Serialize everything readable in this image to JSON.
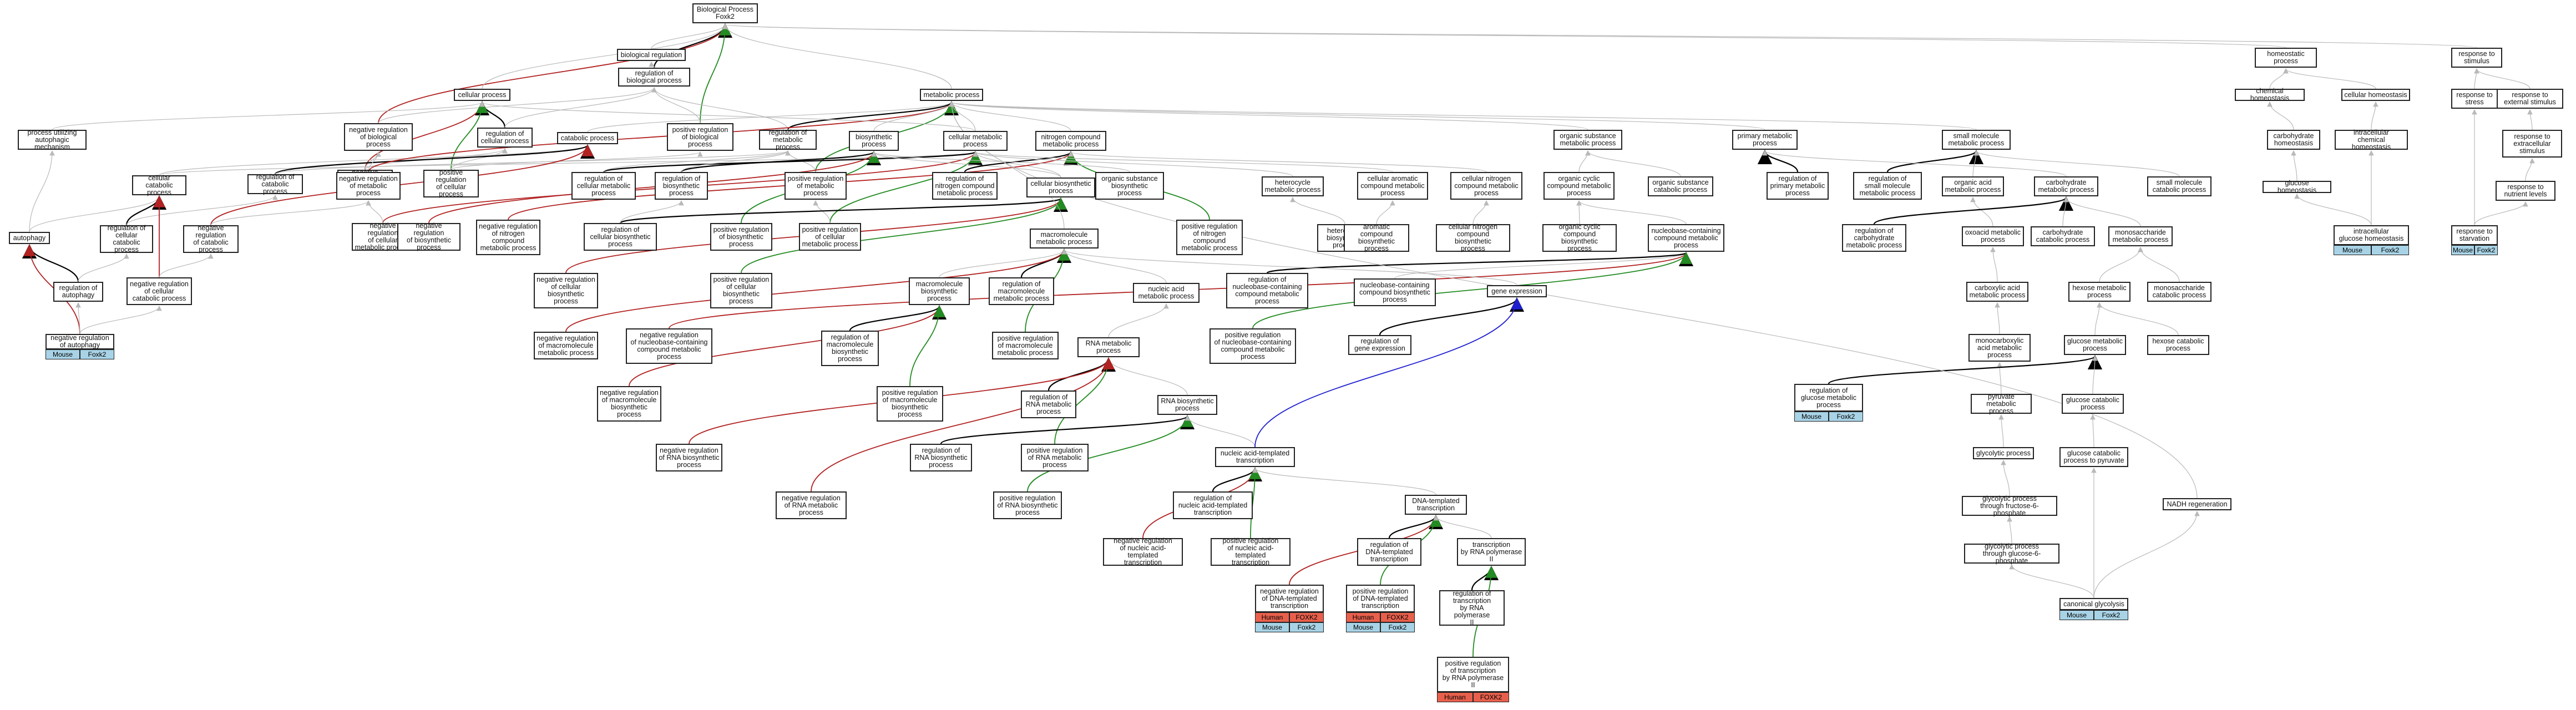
{
  "colors": {
    "gray": "#b9b9b9",
    "black": "#000000",
    "red": "#b22222",
    "green": "#228b22",
    "blue": "#1f1fd0",
    "mouse": "#a8d3e6",
    "human": "#e8604c"
  },
  "nodes": {
    "bp": "Biological Process\nFoxk2",
    "biological_regulation": "biological regulation",
    "reg_biological_process": "regulation of\nbiological process",
    "neg_reg_biological_process": "negative regulation\nof biological\nprocess",
    "pos_reg_biological_process": "positive regulation\nof biological\nprocess",
    "cellular_process": "cellular process",
    "reg_cellular_process": "regulation of\ncellular process",
    "neg_reg_cellular_process": "negative regulation\nof cellular\nprocess",
    "pos_reg_cellular_process": "positive regulation\nof cellular\nprocess",
    "process_utilizing_autophagic": "process utilizing\nautophagic mechanism",
    "autophagy": "autophagy",
    "reg_autophagy": "regulation of\nautophagy",
    "neg_reg_autophagy": "negative regulation\nof autophagy",
    "cellular_catabolic_process": "cellular catabolic\nprocess",
    "reg_cellular_catabolic": "regulation of\ncellular catabolic\nprocess",
    "neg_reg_cellular_catabolic": "negative regulation\nof cellular\ncatabolic process",
    "catabolic_process": "catabolic process",
    "reg_catabolic_process": "regulation of\ncatabolic process",
    "neg_reg_catabolic_process": "negative regulation\nof catabolic\nprocess",
    "metabolic_process": "metabolic process",
    "reg_metabolic_process": "regulation of\nmetabolic process",
    "neg_reg_metabolic_process": "negative regulation\nof metabolic\nprocess",
    "pos_reg_metabolic_process": "positive regulation\nof metabolic\nprocess",
    "cellular_metabolic_process": "cellular metabolic\nprocess",
    "reg_cellular_metabolic": "regulation of\ncellular metabolic\nprocess",
    "neg_reg_cellular_metabolic": "negative regulation\nof cellular\nmetabolic process",
    "pos_reg_cellular_metabolic": "positive regulation\nof cellular\nmetabolic process",
    "biosynthetic_process": "biosynthetic\nprocess",
    "reg_biosynthetic": "regulation of\nbiosynthetic\nprocess",
    "neg_reg_biosynthetic": "negative regulation\nof biosynthetic\nprocess",
    "pos_reg_biosynthetic": "positive regulation\nof biosynthetic\nprocess",
    "cellular_biosynthetic": "cellular biosynthetic\nprocess",
    "reg_cellular_biosynthetic": "regulation of\ncellular biosynthetic\nprocess",
    "neg_reg_cellular_biosynthetic": "negative regulation\nof cellular\nbiosynthetic\nprocess",
    "pos_reg_cellular_biosynthetic": "positive regulation\nof cellular\nbiosynthetic\nprocess",
    "nitrogen_compound_metabolic": "nitrogen compound\nmetabolic process",
    "reg_nitrogen_compound": "regulation of\nnitrogen compound\nmetabolic process",
    "neg_reg_nitrogen_compound": "negative regulation\nof nitrogen\ncompound\nmetabolic process",
    "pos_reg_nitrogen_compound": "positive regulation\nof nitrogen\ncompound\nmetabolic process",
    "macromolecule_metabolic": "macromolecule\nmetabolic process",
    "macromolecule_biosynthetic": "macromolecule\nbiosynthetic\nprocess",
    "reg_macromolecule_metabolic": "regulation of\nmacromolecule\nmetabolic process",
    "neg_reg_macromolecule_metabolic": "negative regulation\nof macromolecule\nmetabolic process",
    "pos_reg_macromolecule_metabolic": "positive regulation\nof macromolecule\nmetabolic process",
    "reg_macromolecule_biosynthetic": "regulation of\nmacromolecule\nbiosynthetic\nprocess",
    "neg_reg_macromolecule_biosynthetic": "negative regulation\nof macromolecule\nbiosynthetic\nprocess",
    "pos_reg_macromolecule_biosynthetic": "positive regulation\nof macromolecule\nbiosynthetic\nprocess",
    "organic_substance_biosynthetic": "organic substance\nbiosynthetic\nprocess",
    "organic_substance_metabolic": "organic substance\nmetabolic process",
    "organic_substance_catabolic": "organic substance\ncatabolic process",
    "heterocycle_metabolic": "heterocycle\nmetabolic process",
    "heterocycle_biosynthetic": "heterocycle\nbiosynthetic\nprocess",
    "cellular_aromatic_metabolic": "cellular aromatic\ncompound metabolic\nprocess",
    "aromatic_biosynthetic": "aromatic compound\nbiosynthetic\nprocess",
    "cellular_nitrogen_metabolic": "cellular nitrogen\ncompound metabolic\nprocess",
    "cellular_nitrogen_biosynthetic": "cellular nitrogen\ncompound biosynthetic\nprocess",
    "organic_cyclic_metabolic": "organic cyclic\ncompound metabolic\nprocess",
    "organic_cyclic_biosynthetic": "organic cyclic\ncompound biosynthetic\nprocess",
    "nucleobase_metabolic": "nucleobase-containing\ncompound metabolic\nprocess",
    "nucleobase_biosynthetic": "nucleobase-containing\ncompound biosynthetic\nprocess",
    "reg_nucleobase": "regulation of\nnucleobase-containing\ncompound metabolic\nprocess",
    "neg_reg_nucleobase": "negative regulation\nof nucleobase-containing\ncompound metabolic\nprocess",
    "pos_reg_nucleobase": "positive regulation\nof nucleobase-containing\ncompound metabolic\nprocess",
    "nucleic_acid_metabolic": "nucleic acid\nmetabolic process",
    "gene_expression": "gene expression",
    "reg_gene_expression": "regulation of\ngene expression",
    "rna_metabolic": "RNA metabolic\nprocess",
    "reg_rna_metabolic": "regulation of\nRNA metabolic\nprocess",
    "pos_reg_rna_metabolic": "positive regulation\nof RNA metabolic\nprocess",
    "rna_biosynthetic": "RNA biosynthetic\nprocess",
    "reg_rna_biosynthetic": "regulation of\nRNA biosynthetic\nprocess",
    "neg_reg_rna_biosynthetic": "negative regulation\nof RNA biosynthetic\nprocess",
    "pos_reg_rna_biosynthetic": "positive regulation\nof RNA biosynthetic\nprocess",
    "neg_reg_rna_metabolic": "negative regulation\nof RNA metabolic\nprocess",
    "nucleic_acid_templated_transcription": "nucleic acid-templated\ntranscription",
    "reg_nucleic_acid_templated": "regulation of\nnucleic acid-templated\ntranscription",
    "neg_reg_nucleic_acid_templated": "negative regulation\nof nucleic acid-templated\ntranscription",
    "pos_reg_nucleic_acid_templated": "positive regulation\nof nucleic acid-templated\ntranscription",
    "dna_templated_transcription": "DNA-templated\ntranscription",
    "reg_dna_templated": "regulation of\nDNA-templated\ntranscription",
    "neg_reg_dna_templated": "negative regulation\nof DNA-templated\ntranscription",
    "pos_reg_dna_templated": "positive regulation\nof DNA-templated\ntranscription",
    "transcription_rna_pol_ii": "transcription\nby RNA polymerase\nII",
    "reg_transcription_rna_pol_ii": "regulation of\ntranscription\nby RNA polymerase\nII",
    "pos_reg_transcription_rna_pol_ii": "positive regulation\nof transcription\nby RNA polymerase\nII",
    "primary_metabolic": "primary metabolic\nprocess",
    "reg_primary_metabolic": "regulation of\nprimary metabolic\nprocess",
    "small_molecule_metabolic": "small molecule\nmetabolic process",
    "reg_small_molecule_metabolic": "regulation of\nsmall molecule\nmetabolic process",
    "organic_acid_metabolic": "organic acid\nmetabolic process",
    "oxoacid_metabolic": "oxoacid metabolic\nprocess",
    "carboxylic_acid_metabolic": "carboxylic acid\nmetabolic process",
    "monocarboxylic_acid_metabolic": "monocarboxylic\nacid metabolic\nprocess",
    "pyruvate_metabolic": "pyruvate metabolic\nprocess",
    "glycolytic_process": "glycolytic process",
    "glycolytic_f6p": "glycolytic process\nthrough fructose-6-phosphate",
    "glycolytic_g6p": "glycolytic process\nthrough glucose-6-phosphate",
    "canonical_glycolysis": "canonical glycolysis",
    "carbohydrate_metabolic": "carbohydrate\nmetabolic process",
    "reg_carbohydrate_metabolic": "regulation of\ncarbohydrate\nmetabolic process",
    "carbohydrate_catabolic": "carbohydrate\ncatabolic process",
    "small_molecule_catabolic": "small molecule\ncatabolic process",
    "monosaccharide_metabolic": "monosaccharide\nmetabolic process",
    "monosaccharide_catabolic": "monosaccharide\ncatabolic process",
    "hexose_metabolic": "hexose metabolic\nprocess",
    "hexose_catabolic": "hexose catabolic\nprocess",
    "glucose_metabolic": "glucose metabolic\nprocess",
    "reg_glucose_metabolic": "regulation of\nglucose metabolic\nprocess",
    "glucose_catabolic": "glucose catabolic\nprocess",
    "glucose_catabolic_pyruvate": "glucose catabolic\nprocess to pyruvate",
    "nadh_regeneration": "NADH regeneration",
    "homeostatic_process": "homeostatic\nprocess",
    "chemical_homeostasis": "chemical homeostasis",
    "cellular_homeostasis": "cellular homeostasis",
    "carbohydrate_homeostasis": "carbohydrate\nhomeostasis",
    "glucose_homeostasis": "glucose homeostasis",
    "intracellular_chemical_homeostasis": "intracellular\nchemical homeostasis",
    "intracellular_glucose_homeostasis": "intracellular\nglucose homeostasis",
    "response_to_stimulus": "response to\nstimulus",
    "response_to_stress": "response to\nstress",
    "response_to_external_stimulus": "response to\nexternal stimulus",
    "response_to_extracellular_stimulus": "response to\nextracellular\nstimulus",
    "response_to_nutrient_levels": "response to\nnutrient levels",
    "response_to_starvation": "response to\nstarvation"
  },
  "annotations": {
    "mouse": "Mouse",
    "human": "Human",
    "gene": "Foxk2",
    "gene_human": "FOXK2"
  }
}
